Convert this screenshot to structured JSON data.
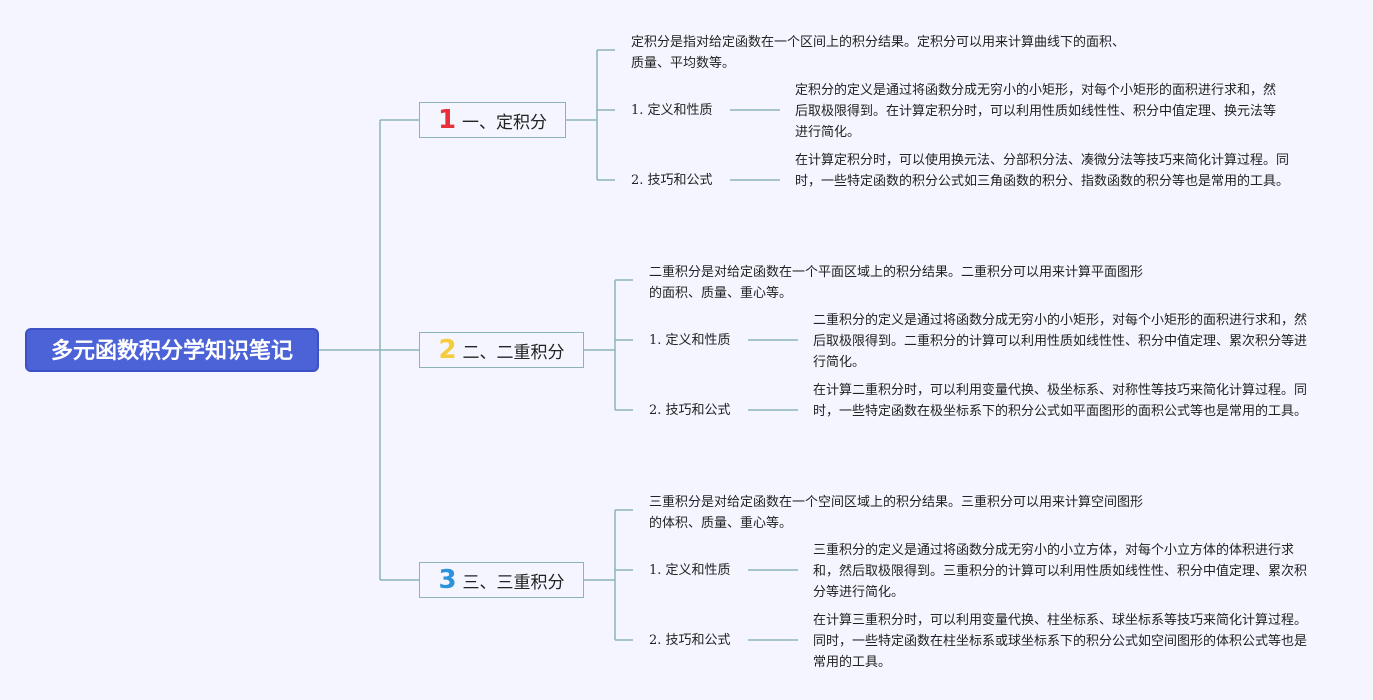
{
  "root": {
    "title": "多元函数积分学知识笔记"
  },
  "branches": [
    {
      "num": "1",
      "label": "一、定积分",
      "summary": "定积分是指对给定函数在一个区间上的积分结果。定积分可以用来计算曲线下的面积、质量、平均数等。",
      "items": [
        {
          "label": "1. 定义和性质",
          "detail": "定积分的定义是通过将函数分成无穷小的小矩形，对每个小矩形的面积进行求和，然后取极限得到。在计算定积分时，可以利用性质如线性性、积分中值定理、换元法等进行简化。"
        },
        {
          "label": "2. 技巧和公式",
          "detail": "在计算定积分时，可以使用换元法、分部积分法、凑微分法等技巧来简化计算过程。同时，一些特定函数的积分公式如三角函数的积分、指数函数的积分等也是常用的工具。"
        }
      ]
    },
    {
      "num": "2",
      "label": "二、二重积分",
      "summary": "二重积分是对给定函数在一个平面区域上的积分结果。二重积分可以用来计算平面图形的面积、质量、重心等。",
      "items": [
        {
          "label": "1. 定义和性质",
          "detail": "二重积分的定义是通过将函数分成无穷小的小矩形，对每个小矩形的面积进行求和，然后取极限得到。二重积分的计算可以利用性质如线性性、积分中值定理、累次积分等进行简化。"
        },
        {
          "label": "2. 技巧和公式",
          "detail": "在计算二重积分时，可以利用变量代换、极坐标系、对称性等技巧来简化计算过程。同时，一些特定函数在极坐标系下的积分公式如平面图形的面积公式等也是常用的工具。"
        }
      ]
    },
    {
      "num": "3",
      "label": "三、三重积分",
      "summary": "三重积分是对给定函数在一个空间区域上的积分结果。三重积分可以用来计算空间图形的体积、质量、重心等。",
      "items": [
        {
          "label": "1. 定义和性质",
          "detail": "三重积分的定义是通过将函数分成无穷小的小立方体，对每个小立方体的体积进行求和，然后取极限得到。三重积分的计算可以利用性质如线性性、积分中值定理、累次积分等进行简化。"
        },
        {
          "label": "2. 技巧和公式",
          "detail": "在计算三重积分时，可以利用变量代换、柱坐标系、球坐标系等技巧来简化计算过程。同时，一些特定函数在柱坐标系或球坐标系下的积分公式如空间图形的体积公式等也是常用的工具。"
        }
      ]
    }
  ],
  "colors": {
    "root_bg": "#4c63d8",
    "line": "#8cb3b7",
    "num1": "#e8303b",
    "num2": "#f5cc3b",
    "num3": "#2b93dc"
  }
}
